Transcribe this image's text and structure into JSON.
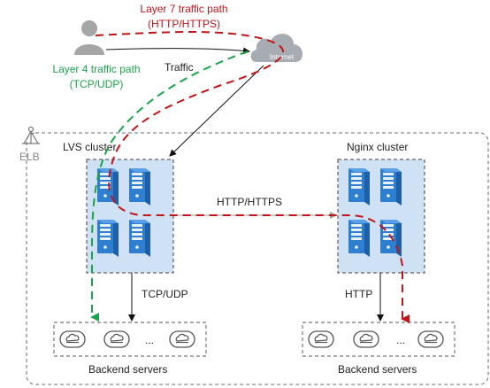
{
  "labels": {
    "layer7_title": "Layer 7 traffic path",
    "layer7_sub": "(HTTP/HTTPS)",
    "layer4_title": "Layer 4 traffic path",
    "layer4_sub": "(TCP/UDP)",
    "traffic": "Traffic",
    "internet": "Internet",
    "elb": "ELB",
    "lvs_cluster": "LVS cluster",
    "nginx_cluster": "Nginx cluster",
    "http_https": "HTTP/HTTPS",
    "tcp_udp": "TCP/UDP",
    "http": "HTTP",
    "ellipsis": "...",
    "backend_left": "Backend servers",
    "backend_right": "Backend servers"
  },
  "colors": {
    "layer7_path": "#c0161a",
    "layer4_path": "#1aa34a",
    "server_blue": "#2f7fd1",
    "cluster_fill": "#cfe1f5",
    "cloud_grey": "#9aa0a6",
    "user_grey": "#a0a0a0"
  },
  "icons": {
    "user": "user-icon",
    "cloud": "internet-cloud-icon",
    "elb": "elb-icon",
    "server": "server-rack-icon",
    "backend": "cloud-server-icon"
  }
}
